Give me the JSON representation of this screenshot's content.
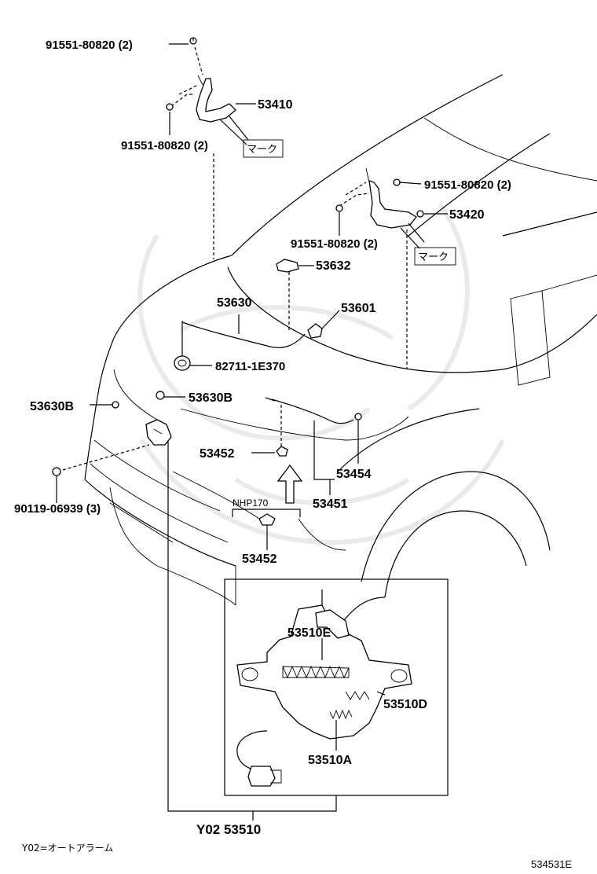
{
  "labels": {
    "bolt_top": "91551-80820 (2)",
    "bolt_top_left": "91551-80820 (2)",
    "hinge_left": "53410",
    "mark_left": "マーク",
    "bolt_right_top": "91551-80820 (2)",
    "hinge_right": "53420",
    "bolt_right_bottom": "91551-80820 (2)",
    "mark_right": "マーク",
    "stay_holder": "53632",
    "hood_stay": "53630",
    "release_handle": "53601",
    "cushion": "82711-1E370",
    "clip_right": "53630B",
    "clip_left": "53630B",
    "bolt_lock": "90119-06939 (3)",
    "retainer": "53452",
    "cable_end": "53454",
    "release_cable": "53451",
    "variant": "NHP170",
    "retainer_variant": "53452",
    "lock_spring_e": "53510E",
    "lock_spring_d": "53510D",
    "lock_spring_a": "53510A",
    "lock_assy": "Y02 53510",
    "footnote": "Y02=オートアラーム",
    "diagram_id": "534531E"
  }
}
